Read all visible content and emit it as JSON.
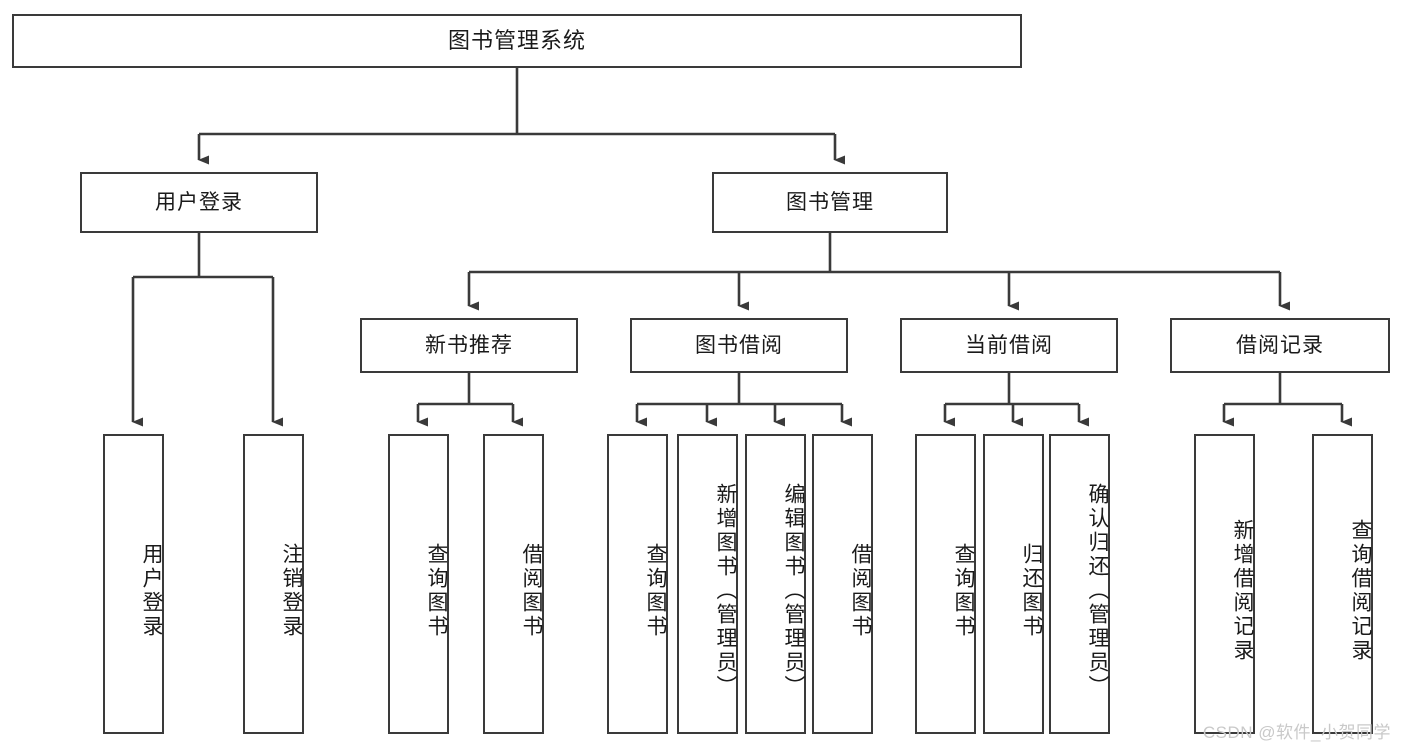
{
  "diagram": {
    "type": "tree",
    "title": "图书管理系统",
    "orientation": "top-down",
    "background_color": "#ffffff",
    "line_color": "#3a3a3a",
    "text_color": "#1a1a1a",
    "watermark": "CSDN @软件_小贺同学"
  },
  "nodes": {
    "root": {
      "label": "图书管理系统",
      "level": 0
    },
    "level1": [
      {
        "id": "user-login",
        "label": "用户登录"
      },
      {
        "id": "book-manage",
        "label": "图书管理"
      }
    ],
    "level2": [
      {
        "id": "new-book-recommend",
        "label": "新书推荐",
        "parent": "book-manage"
      },
      {
        "id": "book-borrow",
        "label": "图书借阅",
        "parent": "book-manage"
      },
      {
        "id": "current-borrow",
        "label": "当前借阅",
        "parent": "book-manage"
      },
      {
        "id": "borrow-record",
        "label": "借阅记录",
        "parent": "book-manage"
      }
    ],
    "leaves": {
      "user_login": [
        {
          "id": "leaf-user-login",
          "label": "用户登录"
        },
        {
          "id": "leaf-logout",
          "label": "注销登录"
        }
      ],
      "new_book_recommend": [
        {
          "id": "leaf-query-book-1",
          "label": "查询图书"
        },
        {
          "id": "leaf-borrow-book-1",
          "label": "借阅图书"
        }
      ],
      "book_borrow": [
        {
          "id": "leaf-query-book-2",
          "label": "查询图书"
        },
        {
          "id": "leaf-add-book",
          "label": "新增图书（管理员）"
        },
        {
          "id": "leaf-edit-book",
          "label": "编辑图书（管理员）"
        },
        {
          "id": "leaf-borrow-book-2",
          "label": "借阅图书"
        }
      ],
      "current_borrow": [
        {
          "id": "leaf-query-book-3",
          "label": "查询图书"
        },
        {
          "id": "leaf-return-book",
          "label": "归还图书"
        },
        {
          "id": "leaf-confirm-return",
          "label": "确认归还（管理员）"
        }
      ],
      "borrow_record": [
        {
          "id": "leaf-add-record",
          "label": "新增借阅记录"
        },
        {
          "id": "leaf-query-record",
          "label": "查询借阅记录"
        }
      ]
    }
  }
}
